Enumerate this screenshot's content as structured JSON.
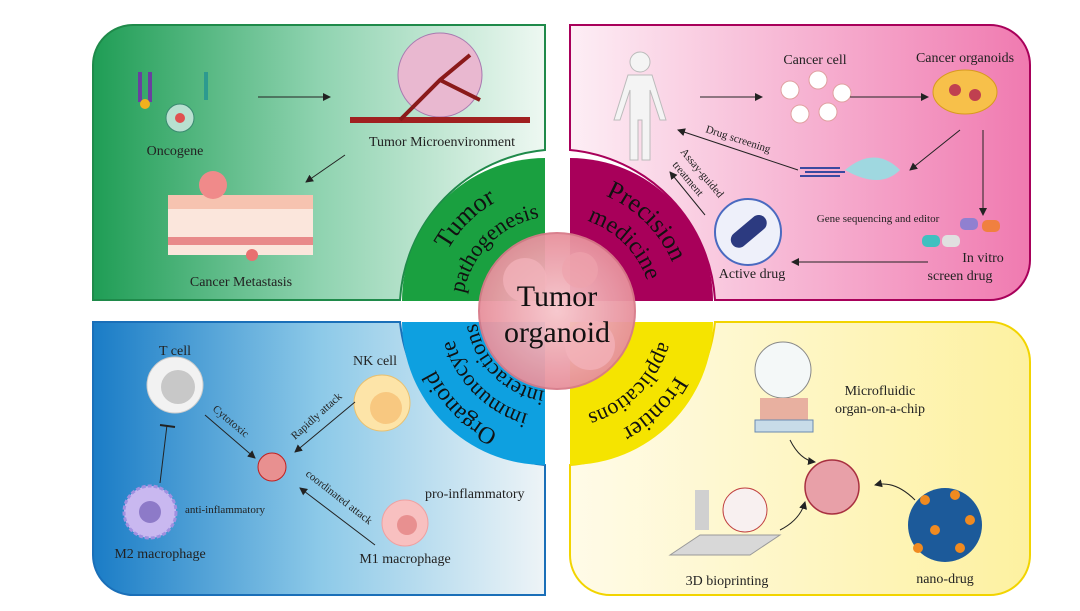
{
  "center": {
    "line1": "Tumor",
    "line2": "organoid"
  },
  "quadrants": {
    "pathogenesis": {
      "line1": "Tumor",
      "line2": "pathogenesis",
      "color": "#1aa040"
    },
    "precision": {
      "line1": "Precision",
      "line2": "medicine",
      "color": "#a8005a"
    },
    "immunocyte": {
      "line1": "Organoid",
      "line2": "immunocyte",
      "line3": "interactions",
      "color": "#0ea0e0"
    },
    "frontier": {
      "line1": "Frontier",
      "line2": "applications",
      "color": "#f5e400"
    }
  },
  "panel_pathogenesis": {
    "oncogene": "Oncogene",
    "microenvironment": "Tumor Microenvironment",
    "metastasis": "Cancer Metastasis"
  },
  "panel_precision": {
    "cancer_cell": "Cancer cell",
    "cancer_organoids": "Cancer  organoids",
    "drug_screening": "Drug screening",
    "assay_guided": "Assay-guided",
    "treatment": "treatment",
    "gene_sequencing": "Gene sequencing and editor",
    "in_vitro_1": "In vitro",
    "in_vitro_2": "screen drug",
    "active_drug": "Active drug"
  },
  "panel_immunocyte": {
    "t_cell": "T cell",
    "nk_cell": "NK cell",
    "cytotoxic": "Cytotoxic",
    "rapidly_attack": "Rapidly attack",
    "coordinated_attack": "coordinated attack",
    "anti_inflammatory": "anti-inflammatory",
    "pro_inflammatory": "pro-inflammatory",
    "m2": "M2 macrophage",
    "m1": "M1 macrophage"
  },
  "panel_frontier": {
    "microfluidic_1": "Microfluidic",
    "microfluidic_2": "organ-on-a-chip",
    "bioprinting": "3D bioprinting",
    "nano_drug": "nano-drug"
  }
}
